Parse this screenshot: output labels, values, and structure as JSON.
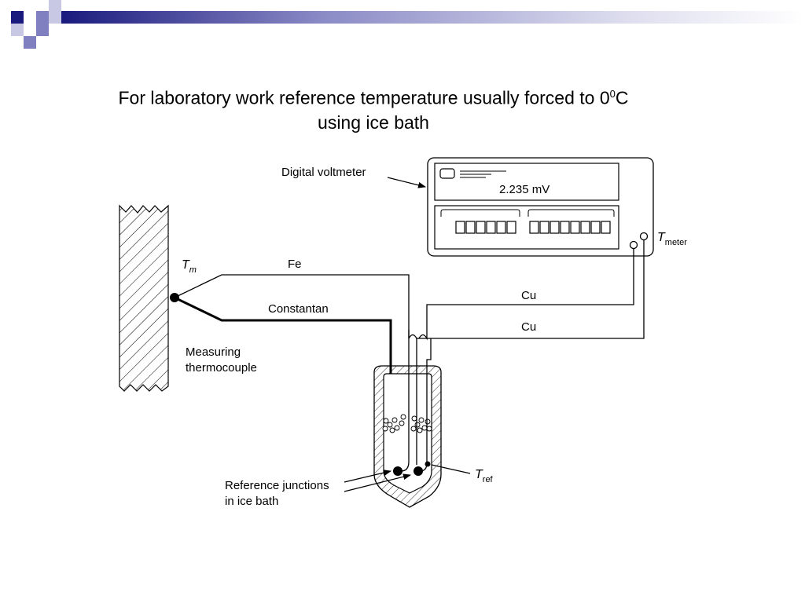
{
  "slide": {
    "title_line1_before": "For laboratory work reference temperature usually forced to 0",
    "title_sup": "0",
    "title_line1_after": "C",
    "title_line2": "using ice bath"
  },
  "diagram": {
    "voltmeter_label": "Digital voltmeter",
    "voltmeter_reading": "2.235 mV",
    "t_meter_symbol": "T",
    "t_meter_subscript": "meter",
    "t_m_symbol": "T",
    "t_m_subscript": "m",
    "fe_label": "Fe",
    "constantan_label": "Constantan",
    "cu_label_1": "Cu",
    "cu_label_2": "Cu",
    "measuring_line1": "Measuring",
    "measuring_line2": "thermocouple",
    "reference_line1": "Reference junctions",
    "reference_line2": "in ice bath",
    "t_ref_symbol": "T",
    "t_ref_subscript": "ref"
  },
  "colors": {
    "banner_dark": "#1a1a7e",
    "banner_mid": "#8080c0",
    "banner_light": "#c8c8e4"
  }
}
